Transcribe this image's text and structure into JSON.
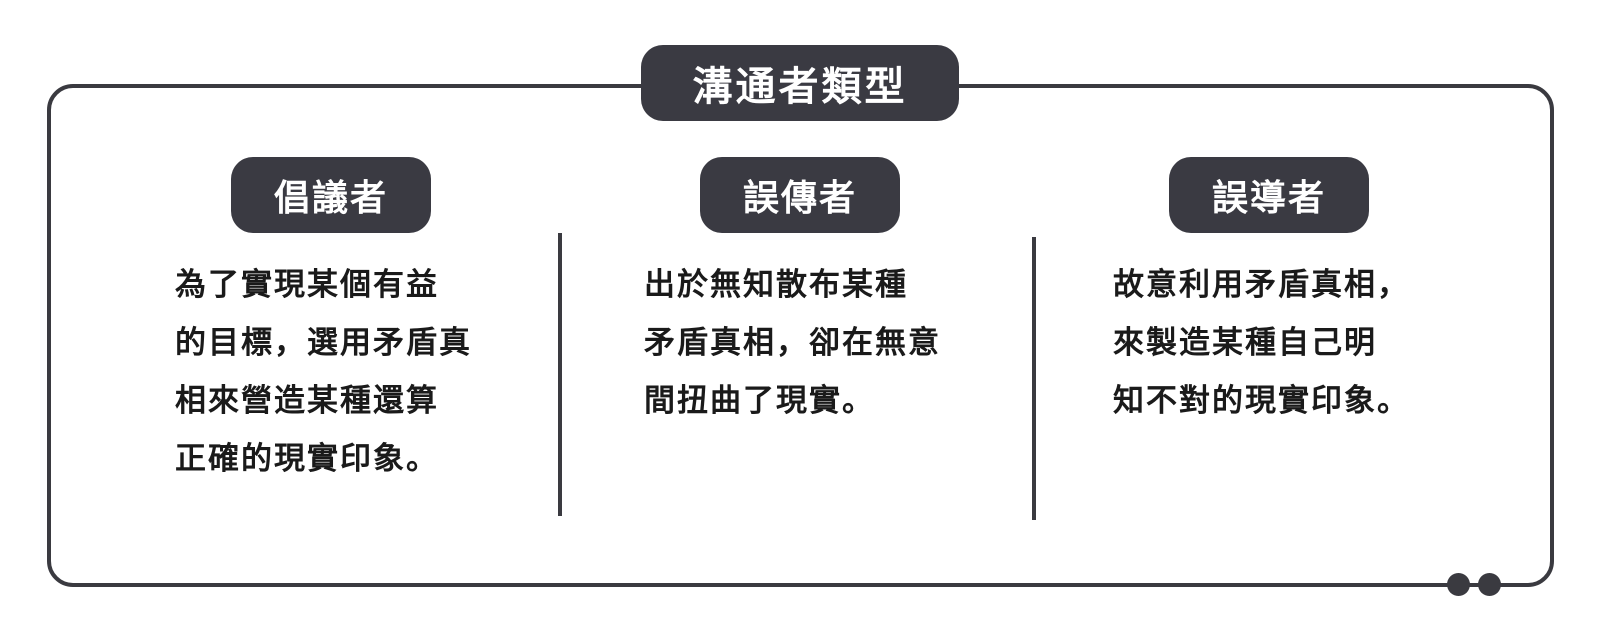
{
  "title": "溝通者類型",
  "columns": [
    {
      "label": "倡議者",
      "lines": [
        "為了實現某個有益",
        "的目標，選用矛盾真",
        "相來營造某種還算",
        "正確的現實印象。"
      ]
    },
    {
      "label": "誤傳者",
      "lines": [
        "出於無知散布某種",
        "矛盾真相，卻在無意",
        "間扭曲了現實。"
      ]
    },
    {
      "label": "誤導者",
      "lines": [
        "故意利用矛盾真相，",
        "來製造某種自己明",
        "知不對的現實印象。"
      ]
    }
  ],
  "colors": {
    "pill_background": "#3a3a42",
    "frame_stroke": "#3a3a40",
    "pill_text": "#ffffff",
    "body_text": "#1a1a1a"
  }
}
